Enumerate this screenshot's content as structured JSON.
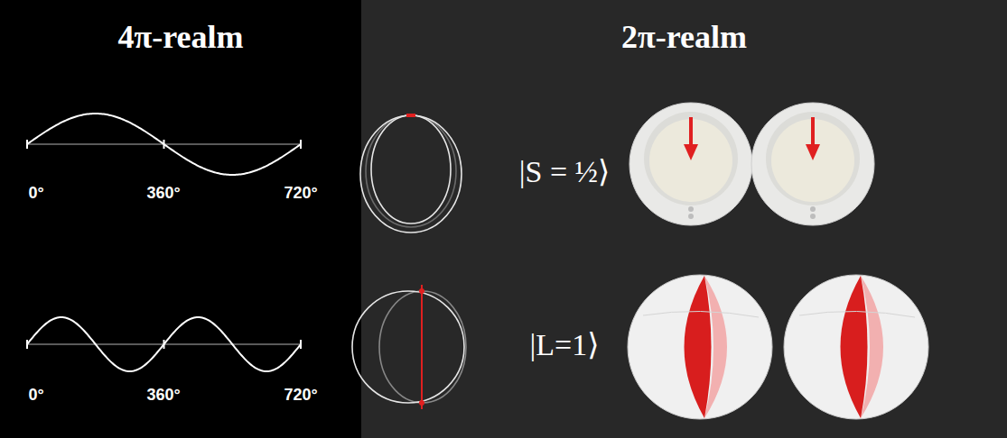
{
  "diagram": {
    "nodes": [
      {
        "text": [
          "4π-realm"
        ]
      },
      {
        "text": [
          "2π-realm"
        ]
      }
    ],
    "labels": [
      "0°",
      "360°",
      "720°",
      "0°",
      "360°",
      "720°",
      "|S = ½⟩",
      "|L=1⟩"
    ]
  }
}
